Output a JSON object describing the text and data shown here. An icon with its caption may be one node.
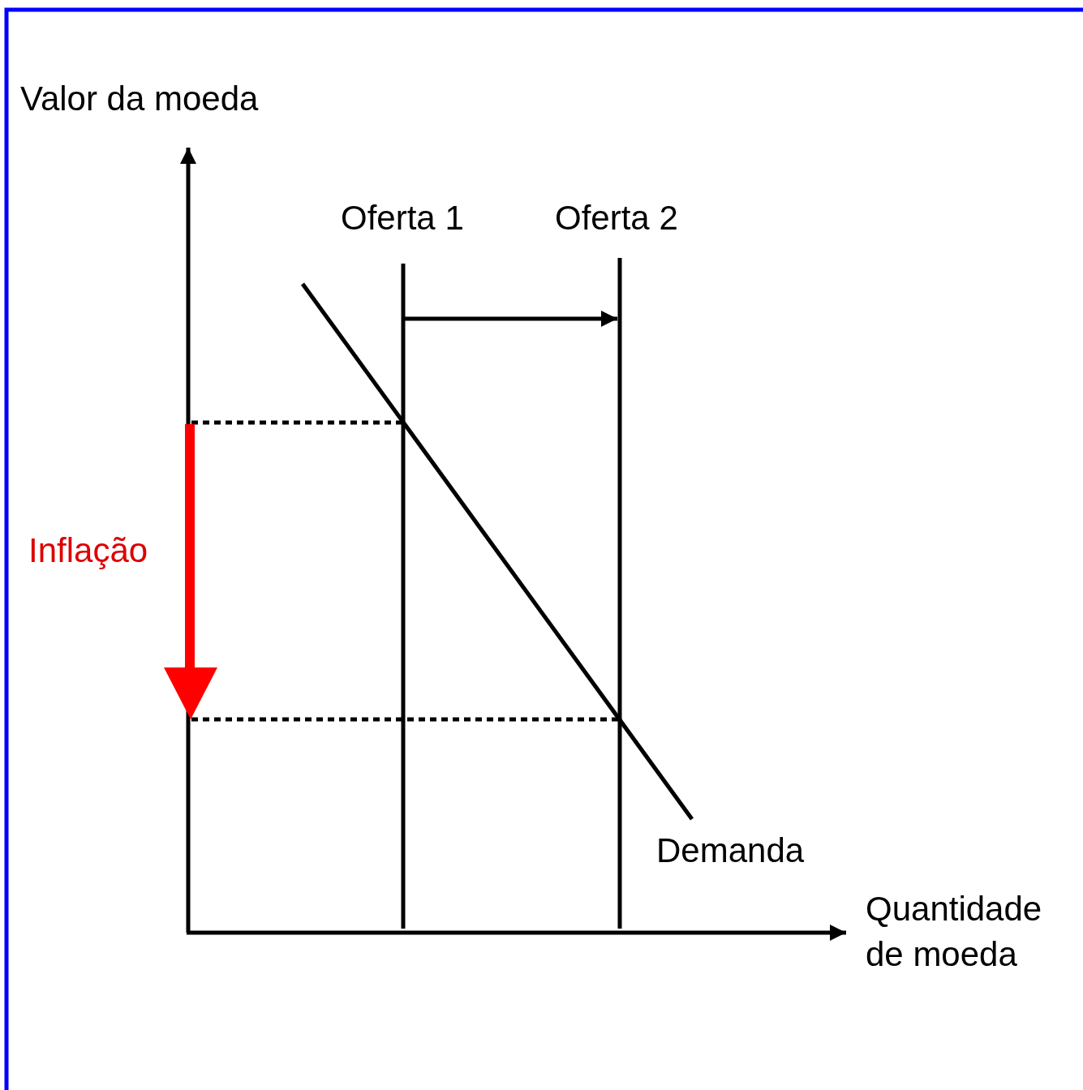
{
  "diagram": {
    "nodes": [
      {
        "text": [
          "Oferta 1"
        ]
      },
      {
        "text": [
          "Oferta 2"
        ]
      },
      {
        "text": [
          "Demanda"
        ]
      }
    ],
    "edges": [
      {
        "from": 0,
        "to": 1,
        "arrow": "to"
      }
    ],
    "labels": [
      "Valor da moeda",
      "Inflação",
      "Quantidade de moeda"
    ]
  }
}
